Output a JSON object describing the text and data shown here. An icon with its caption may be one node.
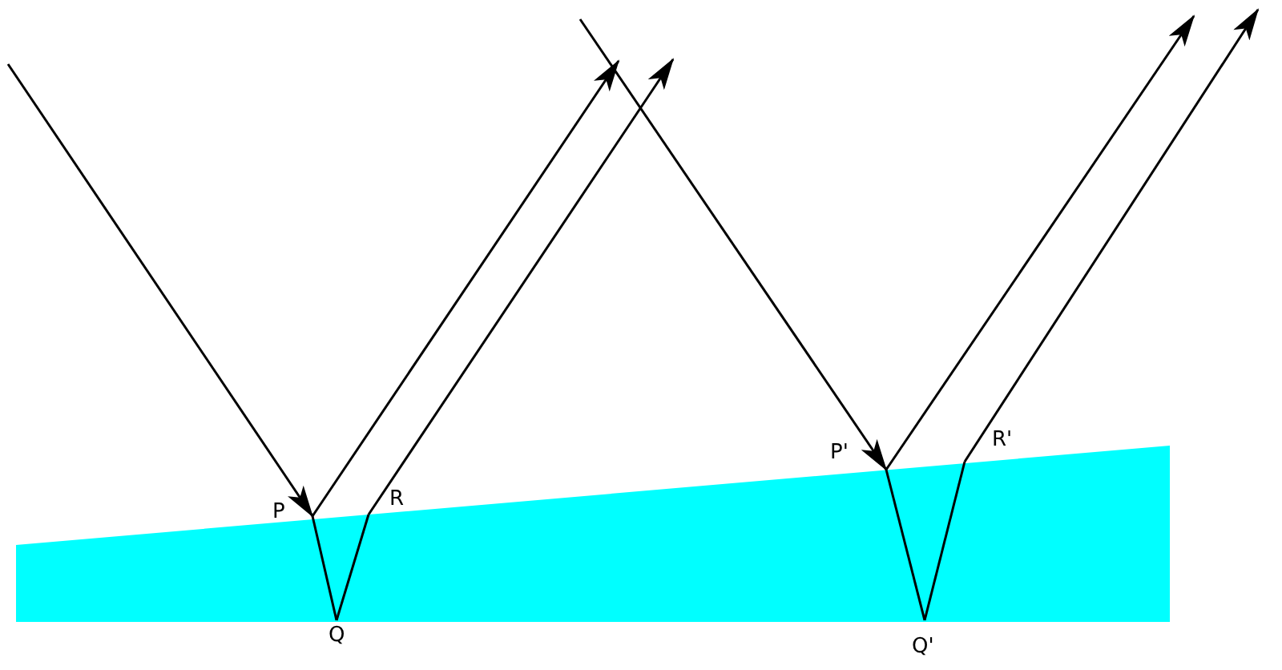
{
  "diagram": {
    "nodes": [
      {
        "text": [
          "P"
        ]
      },
      {
        "text": [
          "Q"
        ]
      },
      {
        "text": [
          "R"
        ]
      },
      {
        "text": [
          "P'"
        ]
      },
      {
        "text": [
          "Q'"
        ]
      },
      {
        "text": [
          "R'"
        ]
      }
    ],
    "edges": [
      {
        "from": null,
        "to": 0,
        "arrow": "to"
      },
      {
        "from": 0,
        "to": 1,
        "arrow": "none"
      },
      {
        "from": 1,
        "to": 2,
        "arrow": "none"
      },
      {
        "from": 0,
        "to": null,
        "arrow": "to"
      },
      {
        "from": 2,
        "to": null,
        "arrow": "to"
      },
      {
        "from": null,
        "to": 3,
        "arrow": "to"
      },
      {
        "from": 3,
        "to": 4,
        "arrow": "none"
      },
      {
        "from": 4,
        "to": 5,
        "arrow": "none"
      },
      {
        "from": 3,
        "to": null,
        "arrow": "to"
      },
      {
        "from": 5,
        "to": null,
        "arrow": "to"
      }
    ]
  }
}
